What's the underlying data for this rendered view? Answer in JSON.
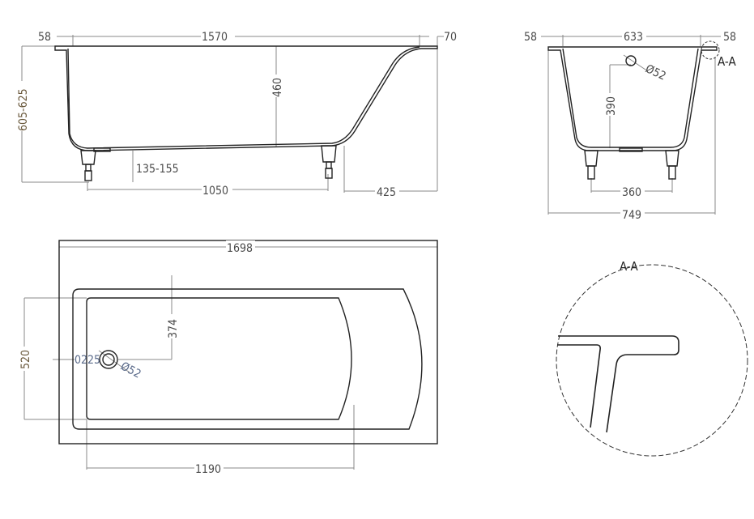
{
  "side_view": {
    "top_left": "58",
    "length": "1570",
    "top_right": "70",
    "height": "605-625",
    "depth": "460",
    "feet_height": "135-155",
    "feet_spacing": "1050",
    "slope_len": "425"
  },
  "end_view": {
    "left": "58",
    "inner": "633",
    "right": "58",
    "section_label": "A-A",
    "drain": "Ø52",
    "drain_height": "390",
    "feet_spacing": "360",
    "width": "749"
  },
  "plan_view": {
    "length": "1698",
    "width": "520",
    "drain_offset": "374",
    "drain_pos": "0225",
    "drain": "Ø52",
    "basin_length": "1190"
  },
  "detail": {
    "title": "A-A"
  }
}
